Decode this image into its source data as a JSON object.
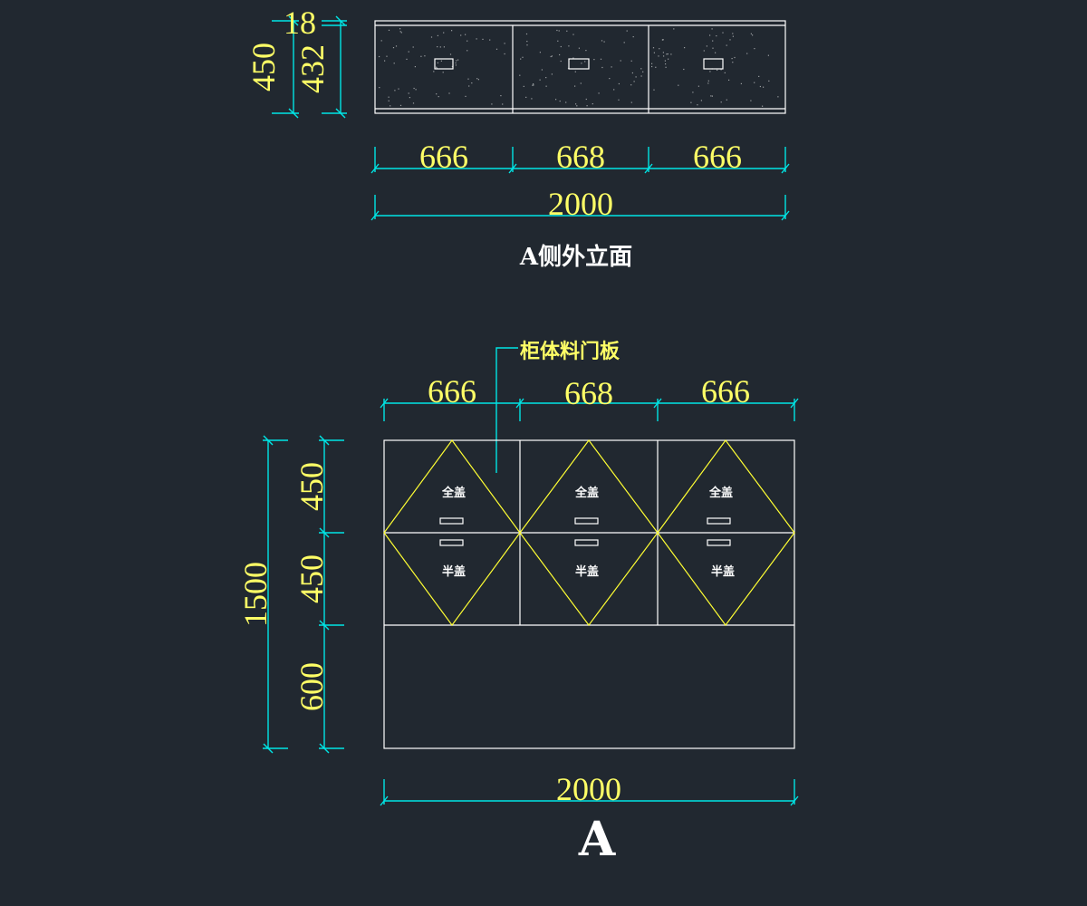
{
  "top_view": {
    "height_dims": [
      "450",
      "18",
      "432"
    ],
    "width_dims": [
      "666",
      "668",
      "666"
    ],
    "total_width": "2000",
    "caption": "A侧外立面"
  },
  "front_view": {
    "leader_label": "柜体料门板",
    "width_dims": [
      "666",
      "668",
      "666"
    ],
    "total_height": "1500",
    "height_dims": [
      "450",
      "450",
      "600"
    ],
    "total_width": "2000",
    "upper_door_label": "全盖",
    "lower_door_label": "半盖",
    "view_letter": "A"
  }
}
